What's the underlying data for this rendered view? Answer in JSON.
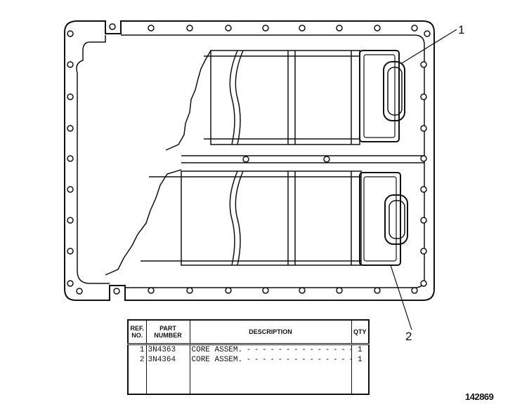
{
  "callouts": {
    "item1": "1",
    "item2": "2"
  },
  "parts_table": {
    "headers": {
      "ref_no_line1": "REF.",
      "ref_no_line2": "NO.",
      "part_number_line1": "PART",
      "part_number_line2": "NUMBER",
      "description": "DESCRIPTION",
      "qty": "QTY"
    },
    "rows": [
      {
        "ref": "1",
        "part_number": "3N4363",
        "description": "CORE ASSEM.",
        "qty": "1"
      },
      {
        "ref": "2",
        "part_number": "3N4364",
        "description": "CORE ASSEM.",
        "qty": "1"
      }
    ]
  },
  "figure_number": "142869"
}
